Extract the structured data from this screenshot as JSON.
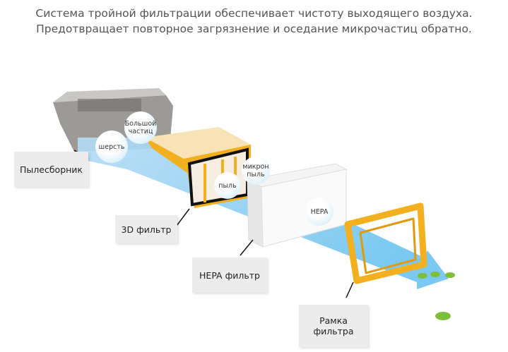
{
  "header": {
    "line1": "Система тройной фильтрации обеспечивает чистоту выходящего воздуха.",
    "line2": "Предотвращает повторное загрязнение и оседание микрочастиц обратно."
  },
  "labels": {
    "dustbin": "Пылесборник",
    "filter3d": "3D фильтр",
    "hepa": "HEPA фильтр",
    "frame": "Рамка фильтра"
  },
  "bubbles": {
    "wool": "шерсть",
    "large": "Большой частиц",
    "dust": "пыль",
    "micron": "микрон пыль",
    "hepa": "HEPA"
  },
  "colors": {
    "beam": "#a9d8f5",
    "yellow": "#f2b01e",
    "label_bg": "#ececec",
    "leaf": "#7dbf3a"
  }
}
